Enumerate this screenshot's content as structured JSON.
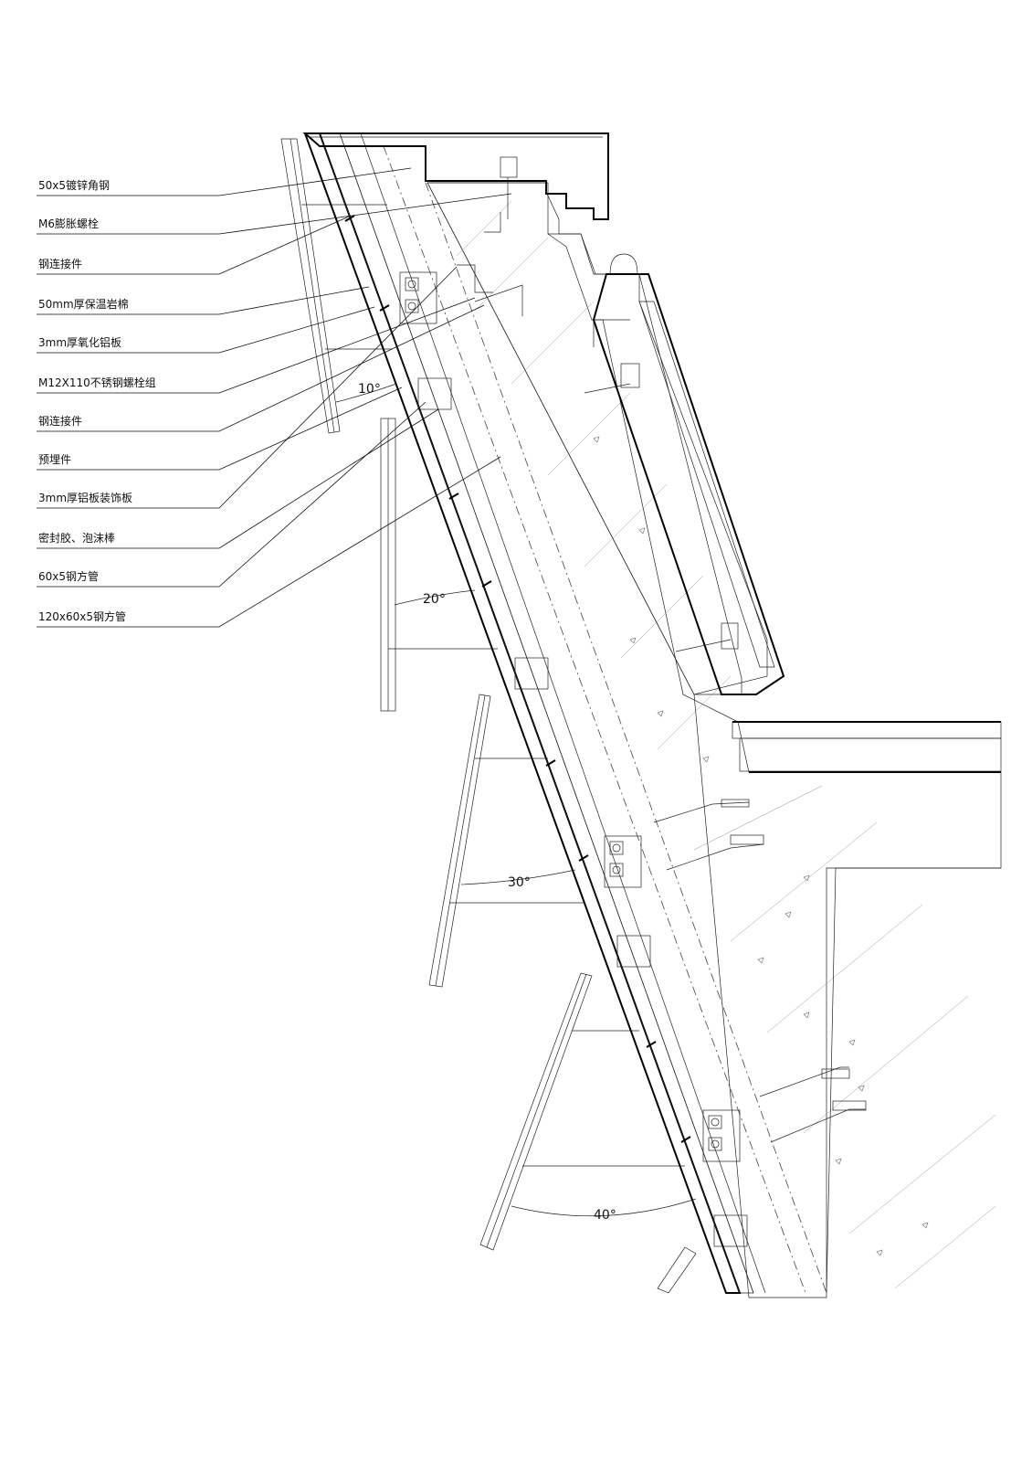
{
  "labels": [
    "50x5镀锌角钢",
    "M6膨胀螺栓",
    "钢连接件",
    "50mm厚保温岩棉",
    "3mm厚氧化铝板",
    "M12X110不锈钢螺栓组",
    "钢连接件",
    "预埋件",
    "3mm厚铝板装饰板",
    "密封胶、泡沫棒",
    "60x5钢方管",
    "120x60x5钢方管"
  ],
  "angles": [
    "10°",
    "20°",
    "30°",
    "40°"
  ]
}
